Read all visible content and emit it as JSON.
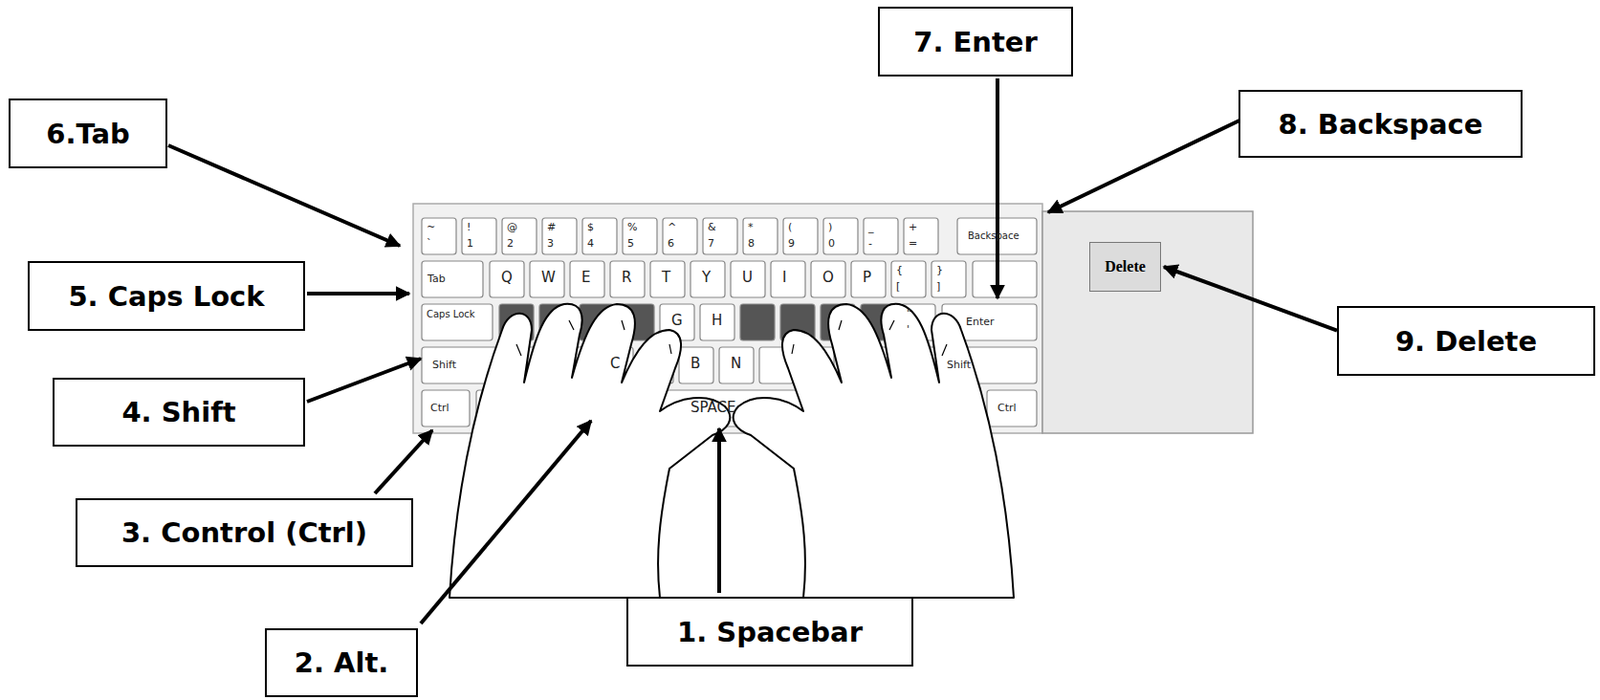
{
  "diagram": {
    "nodes": [
      {
        "text": [
          "7. Enter"
        ]
      },
      {
        "text": [
          "6.Tab"
        ]
      },
      {
        "text": [
          "8. Backspace"
        ]
      },
      {
        "text": [
          "Delete"
        ]
      },
      {
        "text": [
          "5. Caps Lock"
        ]
      },
      {
        "text": [
          "9. Delete"
        ]
      },
      {
        "text": [
          "4. Shift"
        ]
      },
      {
        "text": [
          "3. Control (Ctrl)"
        ]
      },
      {
        "text": [
          "2. Alt."
        ]
      },
      {
        "text": [
          "1. Spacebar"
        ]
      }
    ],
    "edges": [
      {
        "from": 5,
        "to": 3,
        "arrow": "to"
      }
    ],
    "labels": [
      "~",
      "`",
      "!",
      "1",
      "@",
      "2",
      "#",
      "3",
      "$",
      "4",
      "%",
      "5",
      "^",
      "6",
      "&",
      "7",
      "*",
      "8",
      "(",
      "9",
      ")",
      "0",
      "_",
      "-",
      "+",
      "=",
      "Backspace",
      "Tab",
      "Q",
      "W",
      "E",
      "R",
      "T",
      "Y",
      "U",
      "I",
      "O",
      "P",
      "{",
      "[",
      "}",
      "]",
      "Caps Lock",
      "G",
      "H",
      "\"",
      "'",
      "Enter",
      "Shift",
      "C",
      "B",
      "N",
      "Shift",
      "Ctrl",
      "SPACE",
      "Ctrl"
    ]
  }
}
